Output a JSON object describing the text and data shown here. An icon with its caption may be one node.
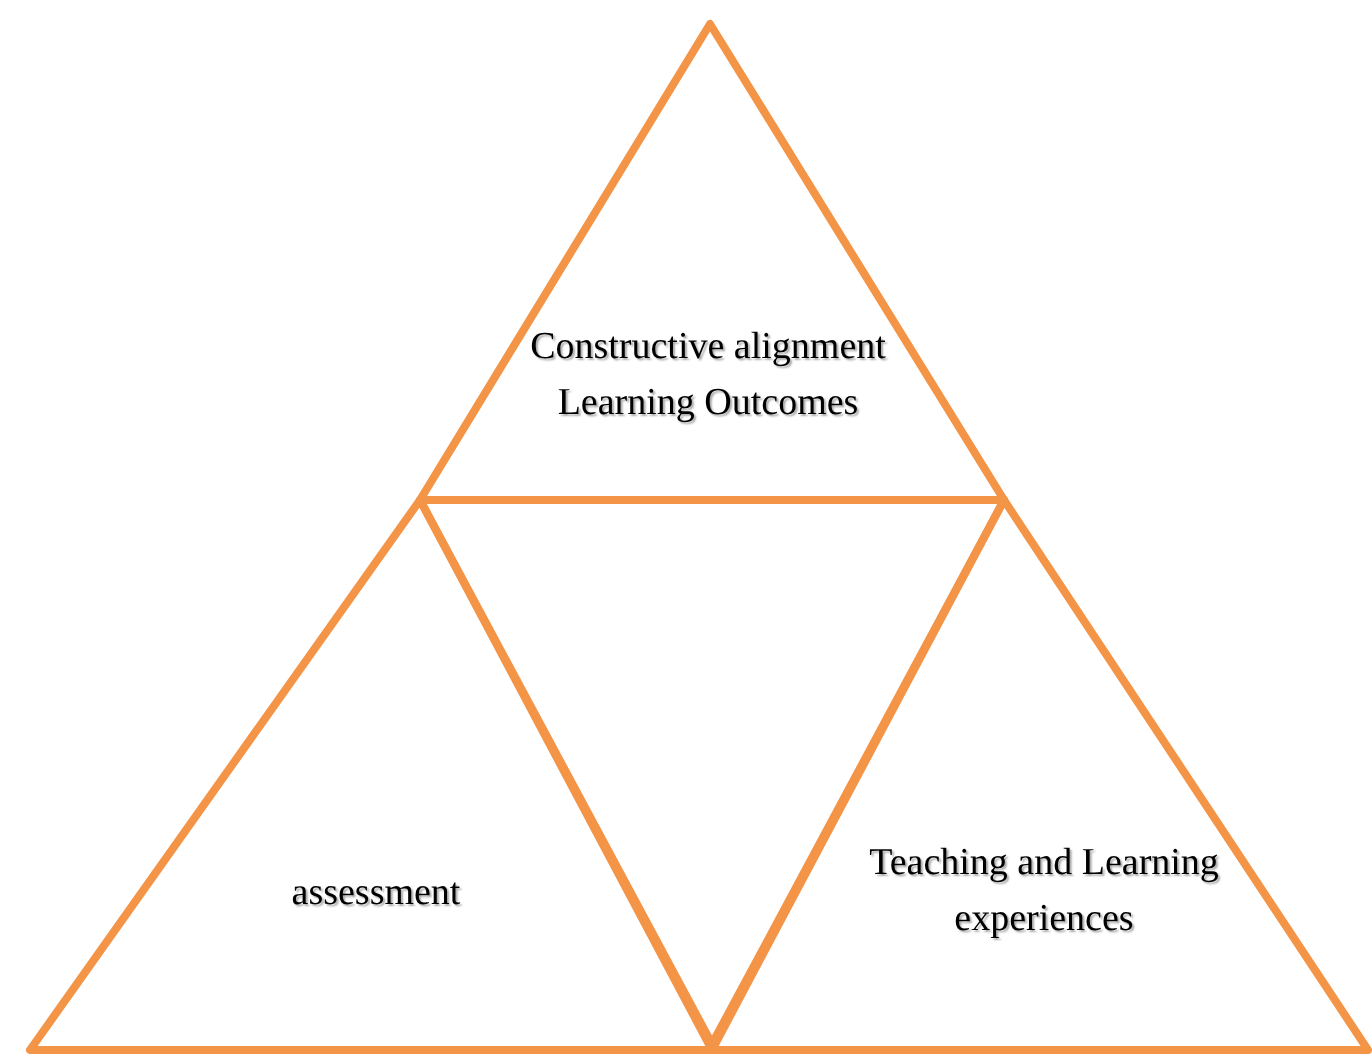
{
  "diagram": {
    "nodes": [
      {
        "text": [
          "Constructive alignment",
          "Learning Outcomes"
        ]
      },
      {
        "text": [
          "assessment"
        ]
      },
      {
        "text": [],
        "shape": "triangle"
      },
      {
        "text": [
          "Teaching and Learning experiences"
        ]
      }
    ]
  }
}
